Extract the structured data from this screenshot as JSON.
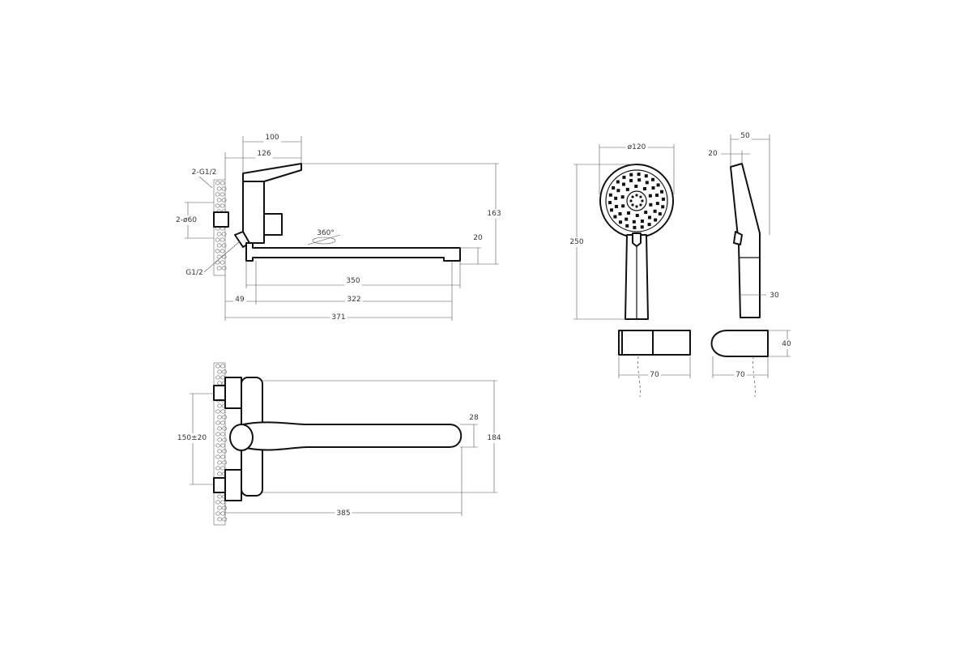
{
  "views": {
    "side": {
      "dims": {
        "d100": "100",
        "d126": "126",
        "thread": "2-G1/2",
        "diam": "2-ø60",
        "g12": "G1/2",
        "rotation": "360°",
        "h163": "163",
        "h20": "20",
        "l350": "350",
        "l49": "49",
        "l322": "322",
        "l371": "371"
      }
    },
    "top": {
      "dims": {
        "centers": "150±20",
        "w28": "28",
        "w184": "184",
        "l385": "385"
      }
    },
    "shower_front": {
      "dims": {
        "diam120": "ø120",
        "h250": "250",
        "w70": "70"
      }
    },
    "shower_side": {
      "dims": {
        "w50": "50",
        "w20": "20",
        "w30": "30",
        "h40": "40",
        "w70": "70"
      }
    }
  },
  "colors": {
    "line": "#111111",
    "dimension": "#555555",
    "background": "#ffffff"
  }
}
